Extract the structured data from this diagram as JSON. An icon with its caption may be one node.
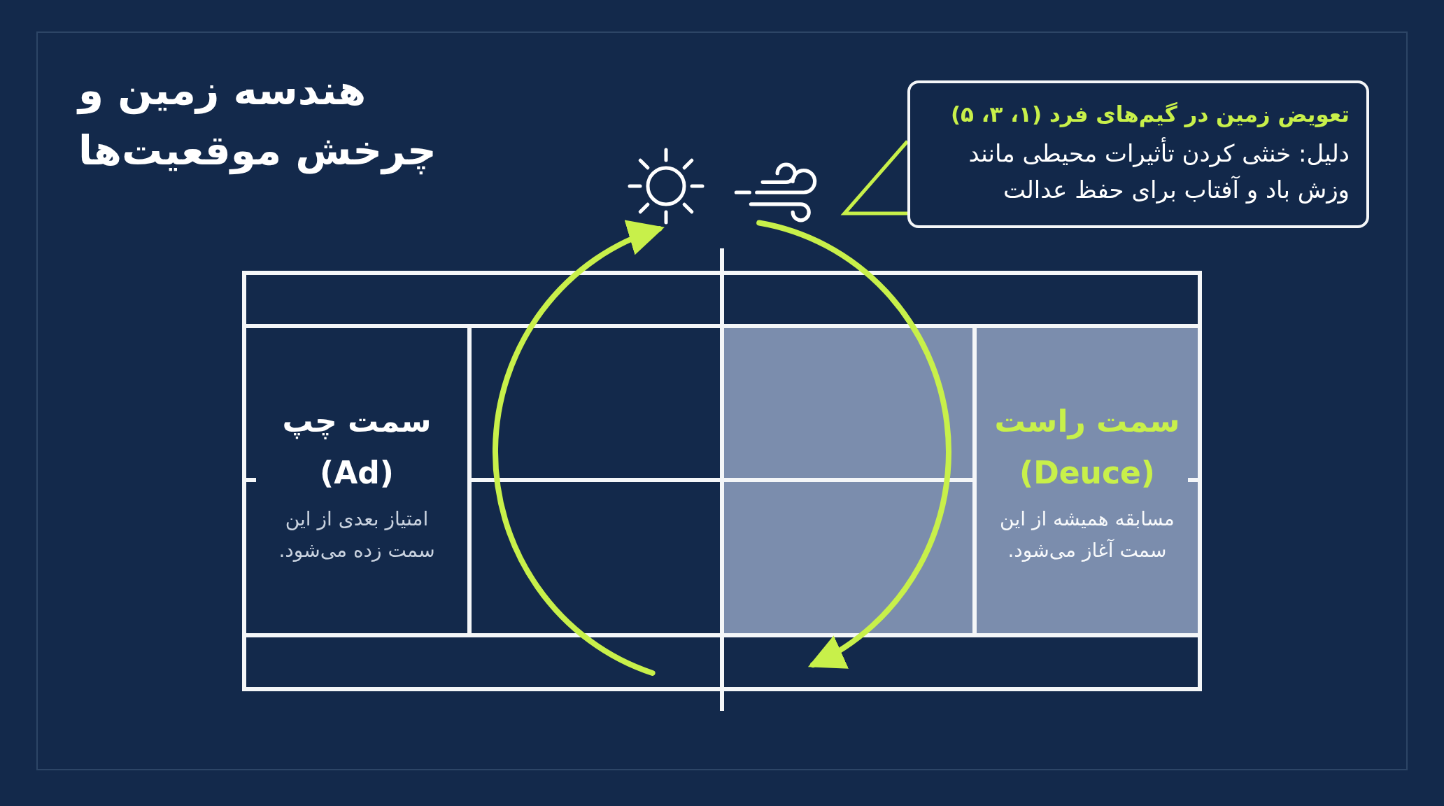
{
  "diagram": {
    "title": "هندسه زمین و چرخش موقعیت‌ها",
    "nodes": [
      {
        "text": [
          "تعویض زمین در گیم‌های فرد (۱، ۳، ۵)",
          "دلیل: خنثی کردن تأثیرات محیطی مانند وزش باد و آفتاب برای حفظ عدالت"
        ]
      },
      {
        "text": [],
        "shape": "picture"
      },
      {
        "text": [],
        "shape": "picture"
      },
      {
        "text": [
          "سمت راست (Deuce)",
          "مسابقه همیشه از این سمت آغاز می‌شود."
        ]
      },
      {
        "text": [
          "سمت چپ (Ad)",
          "امتیاز بعدی از این سمت زده می‌شود."
        ]
      }
    ],
    "edges": [
      {
        "from": null,
        "to": 2,
        "arrow": "to"
      },
      {
        "from": 1,
        "to": null,
        "arrow": "to"
      }
    ]
  }
}
